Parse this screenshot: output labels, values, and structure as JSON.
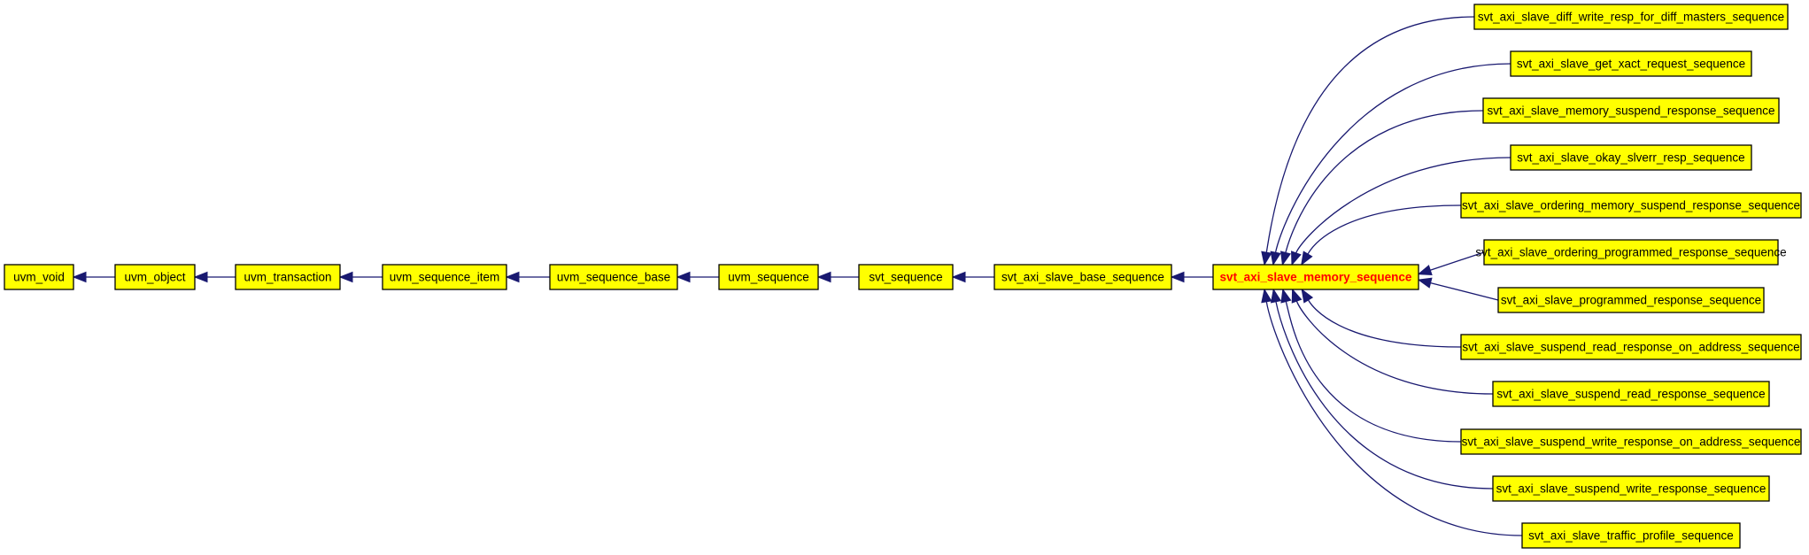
{
  "diagram": {
    "colors": {
      "node_fill": "#ffff00",
      "node_border": "#000000",
      "edge": "#191970",
      "focus_text": "#ff0000"
    },
    "focus_node": "svt_axi_slave_memory_sequence",
    "ancestors": [
      "uvm_void",
      "uvm_object",
      "uvm_transaction",
      "uvm_sequence_item",
      "uvm_sequence_base",
      "uvm_sequence",
      "svt_sequence",
      "svt_axi_slave_base_sequence"
    ],
    "children": [
      "svt_axi_slave_diff_write_resp_for_diff_masters_sequence",
      "svt_axi_slave_get_xact_request_sequence",
      "svt_axi_slave_memory_suspend_response_sequence",
      "svt_axi_slave_okay_slverr_resp_sequence",
      "svt_axi_slave_ordering_memory_suspend_response_sequence",
      "svt_axi_slave_ordering_programmed_response_sequence",
      "svt_axi_slave_programmed_response_sequence",
      "svt_axi_slave_suspend_read_response_on_address_sequence",
      "svt_axi_slave_suspend_read_response_sequence",
      "svt_axi_slave_suspend_write_response_on_address_sequence",
      "svt_axi_slave_suspend_write_response_sequence",
      "svt_axi_slave_traffic_profile_sequence"
    ]
  }
}
